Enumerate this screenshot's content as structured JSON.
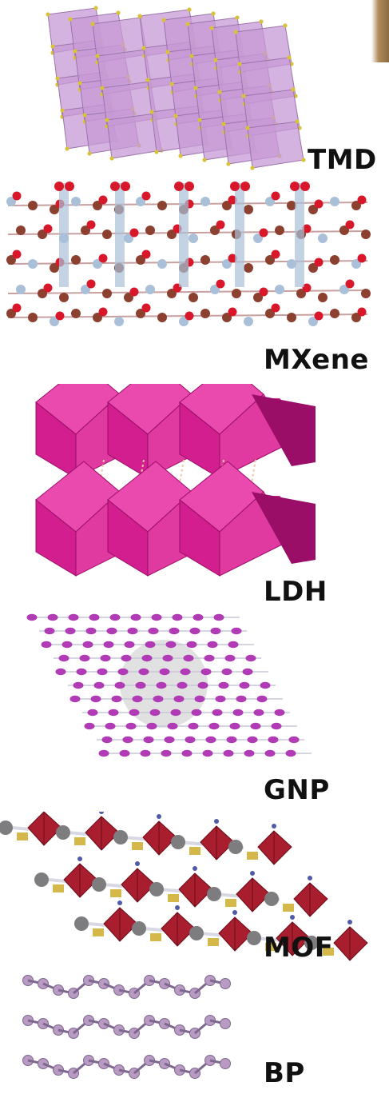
{
  "structures": [
    {
      "id": "tmd",
      "label": "TMD",
      "color": "#c79ad6"
    },
    {
      "id": "mxene",
      "label": "MXene",
      "color": "#d8182a"
    },
    {
      "id": "ldh",
      "label": "LDH",
      "color": "#d21e8e"
    },
    {
      "id": "gnp",
      "label": "GNP",
      "color": "#b03bb4"
    },
    {
      "id": "mof",
      "label": "MOF",
      "color": "#a91e2e"
    },
    {
      "id": "bp",
      "label": "BP",
      "color": "#b89ac2"
    }
  ],
  "colors": {
    "tmd_atom": "#d8c23a",
    "mxene_carbon": "#8b4030",
    "mxene_metal": "#a9c0d8",
    "ldh_dark": "#9a0e68",
    "gnp_bond": "#c8c8d8",
    "gnp_center": "#bcbcbc",
    "mof_node": "#7d7d80",
    "mof_yellow": "#d4b84a",
    "bp_dark": "#7e6890",
    "corner_photo": "#b08a5a"
  }
}
